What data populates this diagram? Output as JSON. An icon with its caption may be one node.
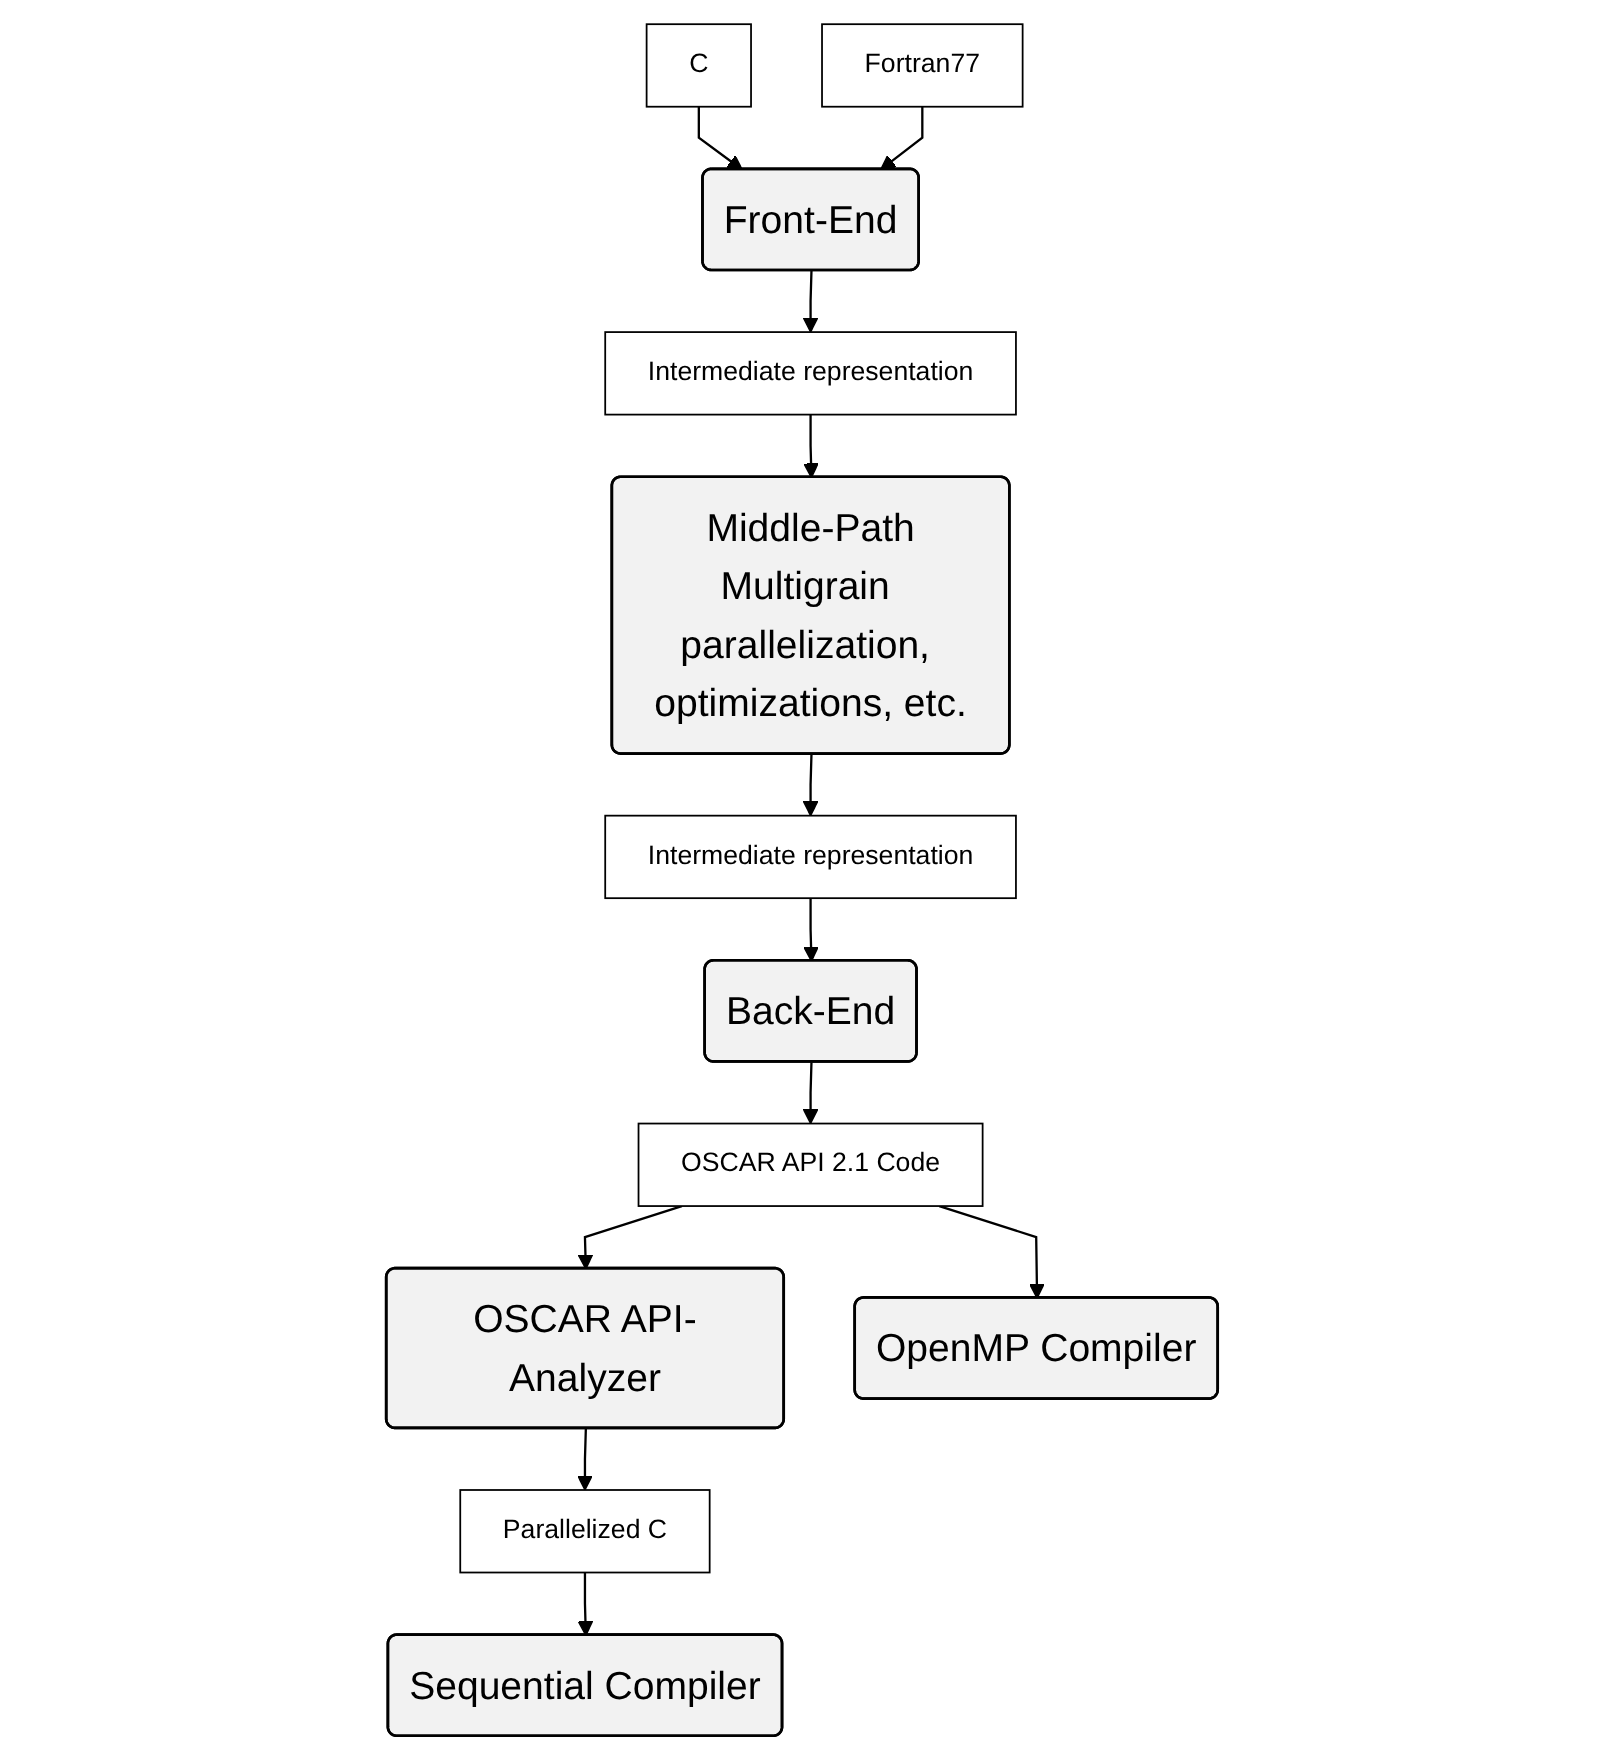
{
  "diagram": {
    "nodes": [
      {
        "text": [
          "C"
        ]
      },
      {
        "text": [
          "Fortran77"
        ]
      },
      {
        "text": [
          "Front-End"
        ]
      },
      {
        "text": [
          "Intermediate representation"
        ]
      },
      {
        "text": [
          "Middle-Path",
          "Multigrain parallelization, optimizations, etc."
        ]
      },
      {
        "text": [
          "Intermediate representation"
        ]
      },
      {
        "text": [
          "Back-End"
        ]
      },
      {
        "text": [
          "OSCAR API 2.1 Code"
        ]
      },
      {
        "text": [
          "OSCAR API-Analyzer"
        ]
      },
      {
        "text": [
          "OpenMP Compiler"
        ]
      },
      {
        "text": [
          "Parallelized C"
        ]
      },
      {
        "text": [
          "Sequential Compiler"
        ]
      }
    ],
    "edges": [
      {
        "from": 0,
        "to": 2,
        "arrow": "to"
      },
      {
        "from": 1,
        "to": 2,
        "arrow": "to"
      },
      {
        "from": 2,
        "to": 3,
        "arrow": "to"
      },
      {
        "from": 3,
        "to": 4,
        "arrow": "to"
      },
      {
        "from": 4,
        "to": 5,
        "arrow": "to"
      },
      {
        "from": 5,
        "to": 6,
        "arrow": "to"
      },
      {
        "from": 6,
        "to": 7,
        "arrow": "to"
      },
      {
        "from": 7,
        "to": 8,
        "arrow": "to"
      },
      {
        "from": 7,
        "to": 9,
        "arrow": "to"
      },
      {
        "from": 8,
        "to": 10,
        "arrow": "to"
      },
      {
        "from": 10,
        "to": 11,
        "arrow": "to"
      }
    ]
  }
}
